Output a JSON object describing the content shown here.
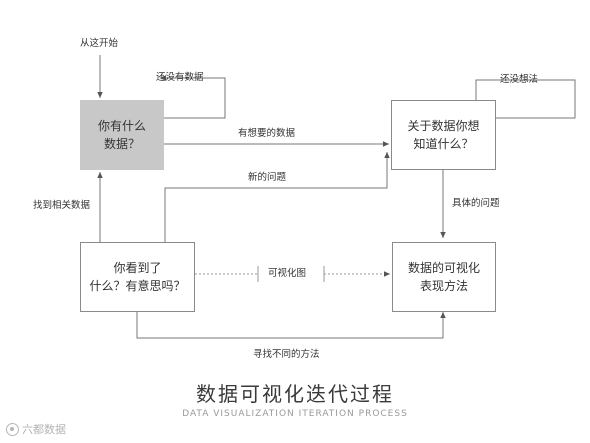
{
  "diagram": {
    "nodes": {
      "have": "你有什么\n数据？",
      "want": "关于数据你想\n知道什么？",
      "see": "你看到了\n什么？有意思吗？",
      "method": "数据的可视化\n表现方法"
    },
    "edges": {
      "start": "从这开始",
      "no_data": "还没有数据",
      "wanted_data": "有想要的数据",
      "new_question": "新的问题",
      "no_idea": "还没想法",
      "specific_question": "具体的问题",
      "find_data": "找到相关数据",
      "visualize": "可视化图",
      "different_method": "寻找不同的方法"
    },
    "title": "数据可视化迭代过程",
    "subtitle": "DATA VISUALIZATION ITERATION PROCESS"
  },
  "watermark": "六都数据",
  "colors": {
    "line": "#666666",
    "filled_box": "#c8c8c8",
    "box_border": "#8a8a8a"
  }
}
